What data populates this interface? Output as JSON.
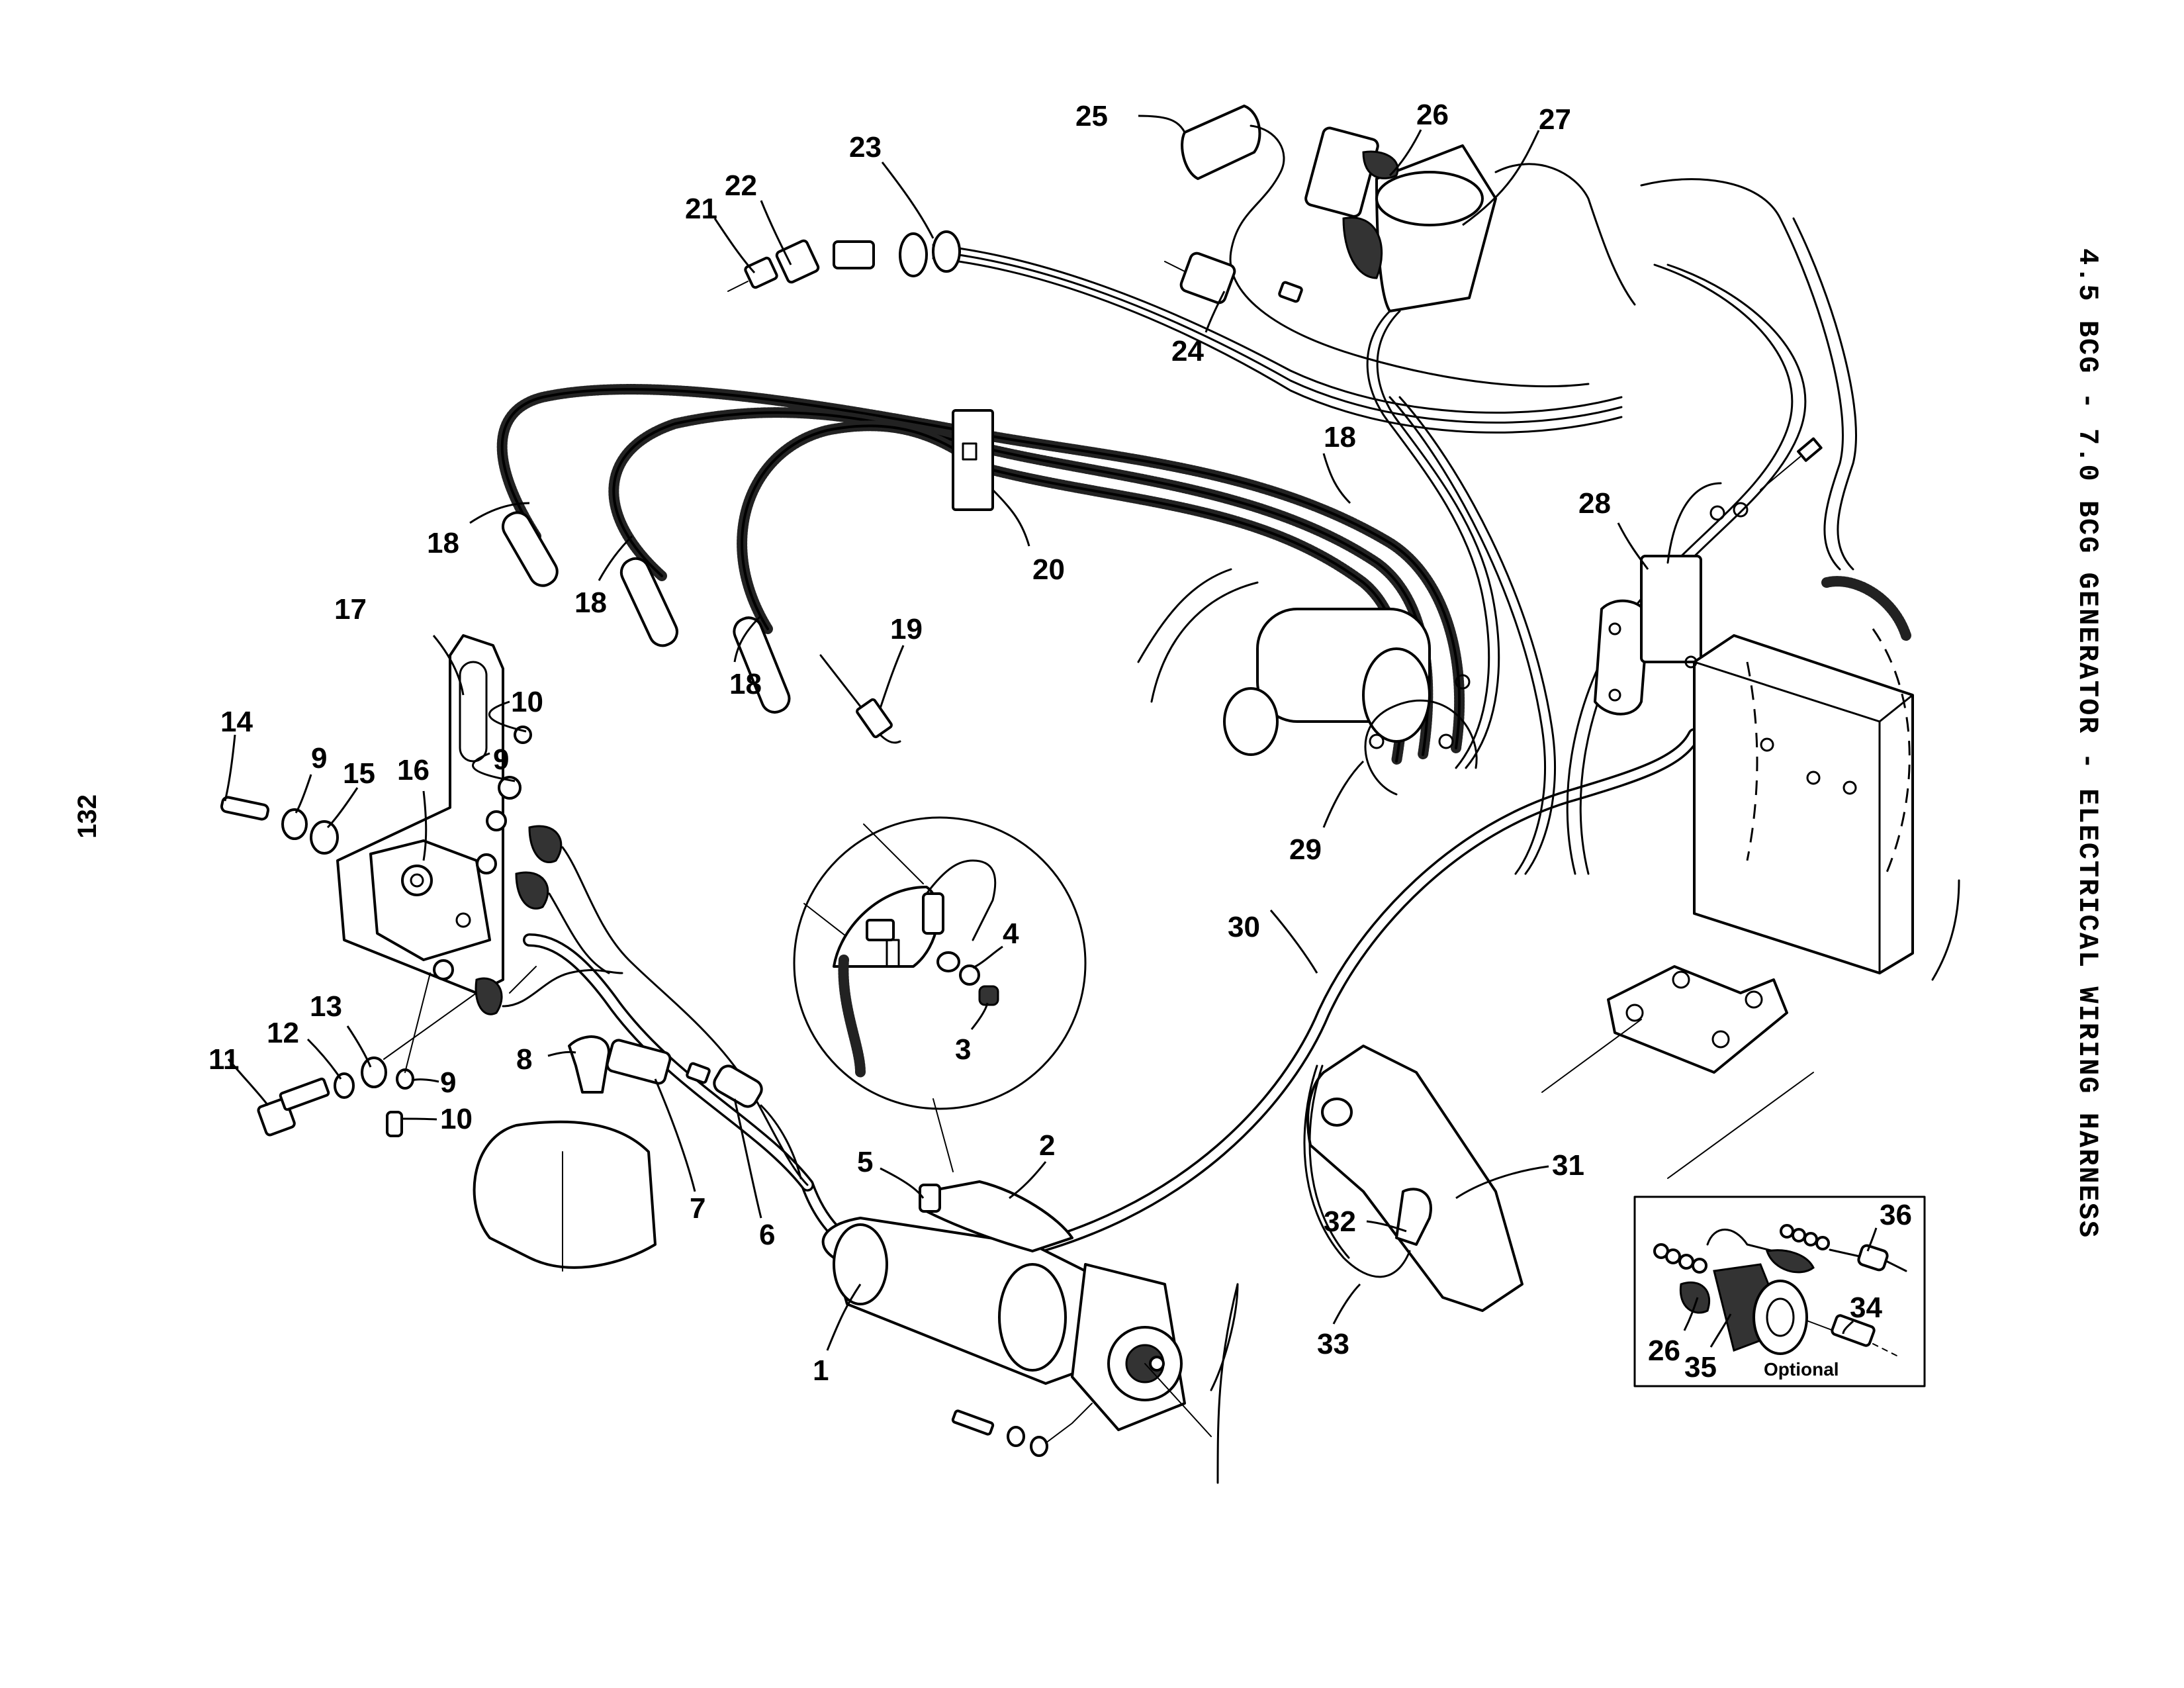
{
  "page": {
    "title": "4.5 BCG - 7.0 BCG GENERATOR - ELECTRICAL WIRING HARNESS",
    "page_number": "132"
  },
  "inset": {
    "caption": "Optional"
  },
  "callouts": [
    {
      "id": "1",
      "text": "1"
    },
    {
      "id": "2",
      "text": "2"
    },
    {
      "id": "3",
      "text": "3"
    },
    {
      "id": "4",
      "text": "4"
    },
    {
      "id": "5",
      "text": "5"
    },
    {
      "id": "6",
      "text": "6"
    },
    {
      "id": "7",
      "text": "7"
    },
    {
      "id": "8",
      "text": "8"
    },
    {
      "id": "9a",
      "text": "9"
    },
    {
      "id": "9b",
      "text": "9"
    },
    {
      "id": "9c",
      "text": "9"
    },
    {
      "id": "10a",
      "text": "10"
    },
    {
      "id": "10b",
      "text": "10"
    },
    {
      "id": "11",
      "text": "11"
    },
    {
      "id": "12",
      "text": "12"
    },
    {
      "id": "13",
      "text": "13"
    },
    {
      "id": "14",
      "text": "14"
    },
    {
      "id": "15",
      "text": "15"
    },
    {
      "id": "16",
      "text": "16"
    },
    {
      "id": "17",
      "text": "17"
    },
    {
      "id": "18a",
      "text": "18"
    },
    {
      "id": "18b",
      "text": "18"
    },
    {
      "id": "18c",
      "text": "18"
    },
    {
      "id": "18d",
      "text": "18"
    },
    {
      "id": "19",
      "text": "19"
    },
    {
      "id": "20",
      "text": "20"
    },
    {
      "id": "21",
      "text": "21"
    },
    {
      "id": "22",
      "text": "22"
    },
    {
      "id": "23",
      "text": "23"
    },
    {
      "id": "24",
      "text": "24"
    },
    {
      "id": "25",
      "text": "25"
    },
    {
      "id": "26a",
      "text": "26"
    },
    {
      "id": "26b",
      "text": "26"
    },
    {
      "id": "27",
      "text": "27"
    },
    {
      "id": "28",
      "text": "28"
    },
    {
      "id": "29",
      "text": "29"
    },
    {
      "id": "30",
      "text": "30"
    },
    {
      "id": "31",
      "text": "31"
    },
    {
      "id": "32",
      "text": "32"
    },
    {
      "id": "33",
      "text": "33"
    },
    {
      "id": "34",
      "text": "34"
    },
    {
      "id": "35",
      "text": "35"
    },
    {
      "id": "36",
      "text": "36"
    }
  ]
}
